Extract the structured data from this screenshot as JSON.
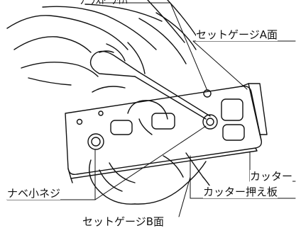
{
  "labels": {
    "top_cut": "ﾌﾟﾗｽﾄﾞﾗｲﾊﾞ",
    "gauge_a": "セットゲージA面",
    "cutter": "カッター",
    "nabe_screw": "ナベ小ネジ",
    "cutter_plate": "カッター押え板",
    "gauge_b": "セットゲージB面"
  },
  "colors": {
    "ink": "#111111",
    "paper": "#ffffff"
  }
}
